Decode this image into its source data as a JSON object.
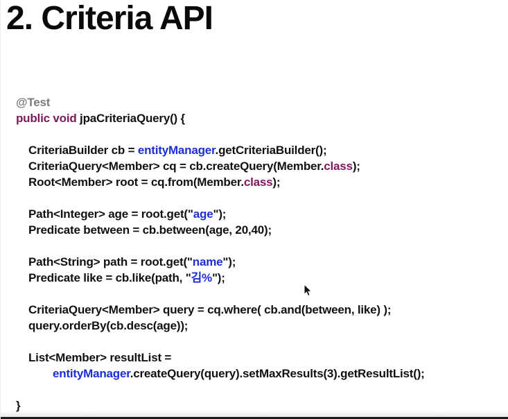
{
  "page": {
    "title": "2. Criteria API"
  },
  "colors": {
    "title": "#0a0a0a",
    "plain": "#111111",
    "keyword": "#7d195c",
    "ref": "#1c2ed6",
    "ann": "#7b7b7b",
    "bottom_bar": "#1b1b1b"
  },
  "code": {
    "lines": [
      {
        "indent": 0,
        "segments": [
          {
            "t": "ann",
            "s": "@Test"
          }
        ]
      },
      {
        "indent": 0,
        "segments": [
          {
            "t": "keyword",
            "s": "public void"
          },
          {
            "t": "plain",
            "s": " jpaCriteriaQuery() {"
          }
        ]
      },
      {
        "indent": 0,
        "segments": []
      },
      {
        "indent": 1,
        "segments": [
          {
            "t": "plain",
            "s": "CriteriaBuilder cb = "
          },
          {
            "t": "ref",
            "s": "entityManager"
          },
          {
            "t": "plain",
            "s": ".getCriteriaBuilder();"
          }
        ]
      },
      {
        "indent": 1,
        "segments": [
          {
            "t": "plain",
            "s": "CriteriaQuery<Member> cq = cb.createQuery(Member."
          },
          {
            "t": "keyword",
            "s": "class"
          },
          {
            "t": "plain",
            "s": ");"
          }
        ]
      },
      {
        "indent": 1,
        "segments": [
          {
            "t": "plain",
            "s": "Root<Member> root = cq.from(Member."
          },
          {
            "t": "keyword",
            "s": "class"
          },
          {
            "t": "plain",
            "s": ");"
          }
        ]
      },
      {
        "indent": 0,
        "segments": []
      },
      {
        "indent": 1,
        "segments": [
          {
            "t": "plain",
            "s": "Path<Integer> age = root.get(\""
          },
          {
            "t": "ref",
            "s": "age"
          },
          {
            "t": "plain",
            "s": "\");"
          }
        ]
      },
      {
        "indent": 1,
        "segments": [
          {
            "t": "plain",
            "s": "Predicate between = cb.between(age, 20,40);"
          }
        ]
      },
      {
        "indent": 0,
        "segments": []
      },
      {
        "indent": 1,
        "segments": [
          {
            "t": "plain",
            "s": "Path<String> path = root.get(\""
          },
          {
            "t": "ref",
            "s": "name"
          },
          {
            "t": "plain",
            "s": "\");"
          }
        ]
      },
      {
        "indent": 1,
        "segments": [
          {
            "t": "plain",
            "s": "Predicate like = cb.like(path, \""
          },
          {
            "t": "ref",
            "s": "김%"
          },
          {
            "t": "plain",
            "s": "\");"
          }
        ]
      },
      {
        "indent": 0,
        "segments": []
      },
      {
        "indent": 1,
        "segments": [
          {
            "t": "plain",
            "s": "CriteriaQuery<Member> query = cq.where( cb.and(between, like) );"
          }
        ]
      },
      {
        "indent": 1,
        "segments": [
          {
            "t": "plain",
            "s": "query.orderBy(cb.desc(age));"
          }
        ]
      },
      {
        "indent": 0,
        "segments": []
      },
      {
        "indent": 1,
        "segments": [
          {
            "t": "plain",
            "s": "List<Member> resultList ="
          }
        ]
      },
      {
        "indent": 2,
        "segments": [
          {
            "t": "ref",
            "s": "entityManager"
          },
          {
            "t": "plain",
            "s": ".createQuery(query).setMaxResults(3).getResultList();"
          }
        ]
      },
      {
        "indent": 0,
        "segments": []
      },
      {
        "indent": 0,
        "segments": [
          {
            "t": "plain",
            "s": "}"
          }
        ]
      }
    ]
  }
}
